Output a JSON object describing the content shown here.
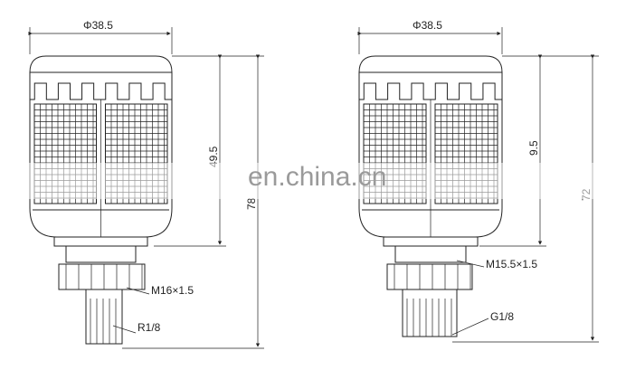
{
  "left": {
    "diameter": "Φ38.5",
    "grip_height": "49.5",
    "total_height": "78",
    "thread": "M16×1.5",
    "pipe_thread": "R1/8"
  },
  "right": {
    "diameter": "Φ38.5",
    "grip_height": "9.5",
    "total_height": "72",
    "thread": "M15.5×1.5",
    "pipe_thread": "G1/8"
  },
  "watermark": "en.china.cn"
}
